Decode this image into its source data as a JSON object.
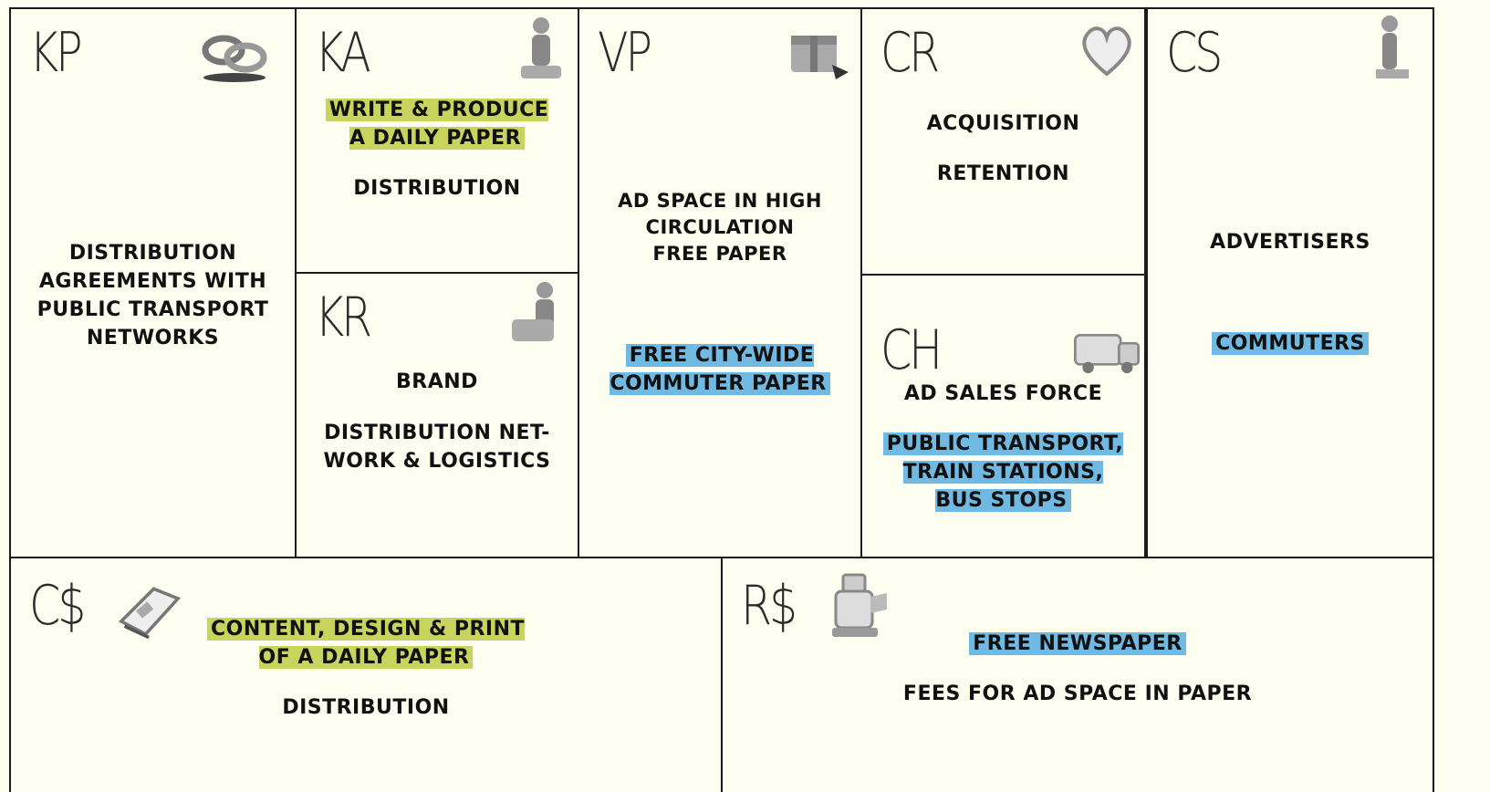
{
  "colors": {
    "background": "#fdfdf0",
    "border": "#1b1b1b",
    "highlight_green": "#c8d45c",
    "highlight_blue": "#70b9e3"
  },
  "blocks": {
    "kp": {
      "code": "KP",
      "icon": "chain-links-icon",
      "items": [
        "DISTRIBUTION\nAGREEMENTS WITH\nPUBLIC TRANSPORT\nNETWORKS"
      ]
    },
    "ka": {
      "code": "KA",
      "icon": "worker-icon",
      "items": [
        "WRITE & PRODUCE\nA DAILY PAPER",
        "DISTRIBUTION"
      ]
    },
    "kr": {
      "code": "KR",
      "icon": "factory-worker-icon",
      "items": [
        "BRAND",
        "DISTRIBUTION NET-\nWORK & LOGISTICS"
      ]
    },
    "vp": {
      "code": "VP",
      "icon": "gift-icon",
      "items": [
        "AD SPACE IN HIGH\nCIRCULATION\nFREE PAPER",
        "FREE CITY-WIDE\nCOMMUTER PAPER"
      ]
    },
    "cr": {
      "code": "CR",
      "icon": "heart-icon",
      "items": [
        "ACQUISITION",
        "RETENTION"
      ]
    },
    "ch": {
      "code": "CH",
      "icon": "truck-icon",
      "items": [
        "AD SALES FORCE",
        "PUBLIC TRANSPORT,\nTRAIN STATIONS,\nBUS STOPS"
      ]
    },
    "cs": {
      "code": "CS",
      "icon": "person-icon",
      "items": [
        "ADVERTISERS",
        "COMMUTERS"
      ]
    },
    "cost": {
      "code": "C$",
      "icon": "price-tag-icon",
      "items": [
        "CONTENT, DESIGN & PRINT\nOF A DAILY PAPER",
        "DISTRIBUTION"
      ]
    },
    "rev": {
      "code": "R$",
      "icon": "cash-register-icon",
      "items": [
        "FREE NEWSPAPER",
        "FEES FOR AD SPACE IN PAPER"
      ]
    }
  }
}
